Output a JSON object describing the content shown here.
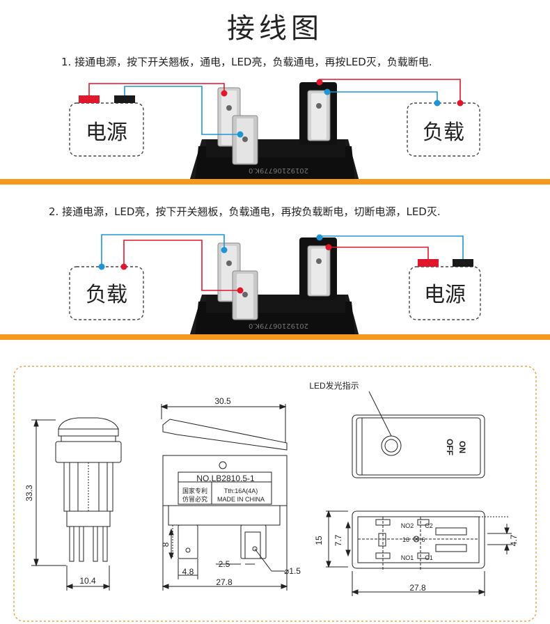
{
  "title": "接线图",
  "step1": {
    "text": "1. 接通电源，按下开关翘板，通电，LED亮，负载通电，再按LED灭，负载断电.",
    "left_box": "电源",
    "right_box": "负载",
    "housing_print": "20192106779K.0"
  },
  "step2": {
    "text": "2. 接通电源，LED亮，按下开关翘板，负载通电，再按负载断电，切断电源，LED灭.",
    "left_box": "负载",
    "right_box": "电源",
    "housing_print": "20192106779K.0"
  },
  "drawing": {
    "dim_height": "33.3",
    "dim_base": "10.4",
    "dim_top_width": "30.5",
    "dim_bottom_width": "27.8",
    "dim_terminal_h": "8",
    "dim_terminal_w": "4.8",
    "dim_gap": "2.5",
    "dim_hole": "⌀1.5",
    "model": "NO.LB2810.5-1",
    "patent_line1": "国家专利",
    "patent_line2": "仿冒必究",
    "rating": "Tth:16A(4A)",
    "made_in": "MADE IN CHINA",
    "led_label": "LED发光指示",
    "off_label": "OFF",
    "on_label": "ON",
    "dim_15": "15",
    "dim_7_7": "7.7",
    "dim_4_7": "4.7",
    "dim_bottom_right": "27.8",
    "no2": "NO2",
    "c2": "C2",
    "no1": "NO1",
    "c1": "C1",
    "pin_16": "16",
    "pin_6": "6"
  },
  "colors": {
    "band": "#f39a1d",
    "wire_red": "#e0162b",
    "wire_blue": "#1e96d6",
    "frame_dash": "#f0a24a"
  }
}
